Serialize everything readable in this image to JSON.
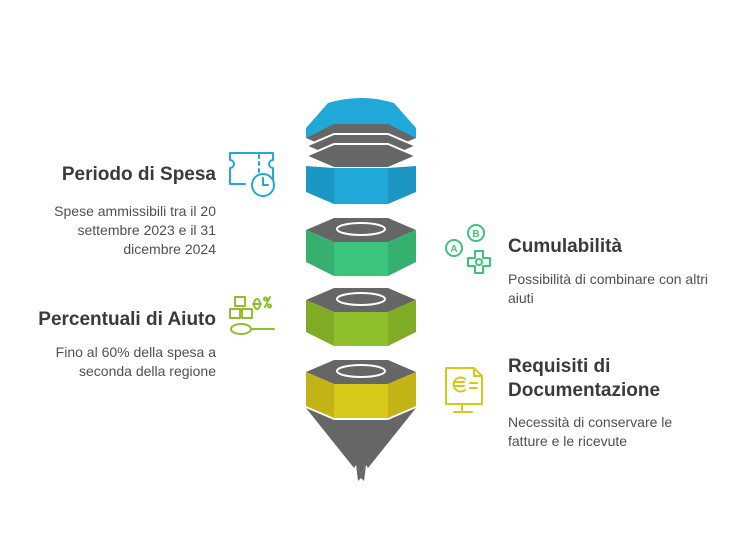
{
  "left_items": [
    {
      "title": "Periodo di Spesa",
      "description": "Spese ammissibili tra il 20 settembre 2023 e il 31 dicembre 2024",
      "icon": "ticket-clock-icon",
      "accent": "#1fa8d8"
    },
    {
      "title": "Percentuali di Aiuto",
      "description": "Fino al 60% della spesa a seconda della regione",
      "icon": "scale-percent-icon",
      "accent": "#8fbf2a"
    }
  ],
  "right_items": [
    {
      "title": "Cumulabilità",
      "description": "Possibilità di combinare con altri aiuti",
      "icon": "combine-ab-icon",
      "accent": "#3cc47c"
    },
    {
      "title": "Requisiti di Documentazione",
      "description": "Necessità di conservare le fatture e le ricevute",
      "icon": "invoice-euro-icon",
      "accent": "#d8c81a"
    }
  ],
  "colors": {
    "blue": "#1fa8d8",
    "green": "#3cc47c",
    "lime": "#8fbf2a",
    "yellow": "#d8c81a",
    "gray": "#666666"
  }
}
